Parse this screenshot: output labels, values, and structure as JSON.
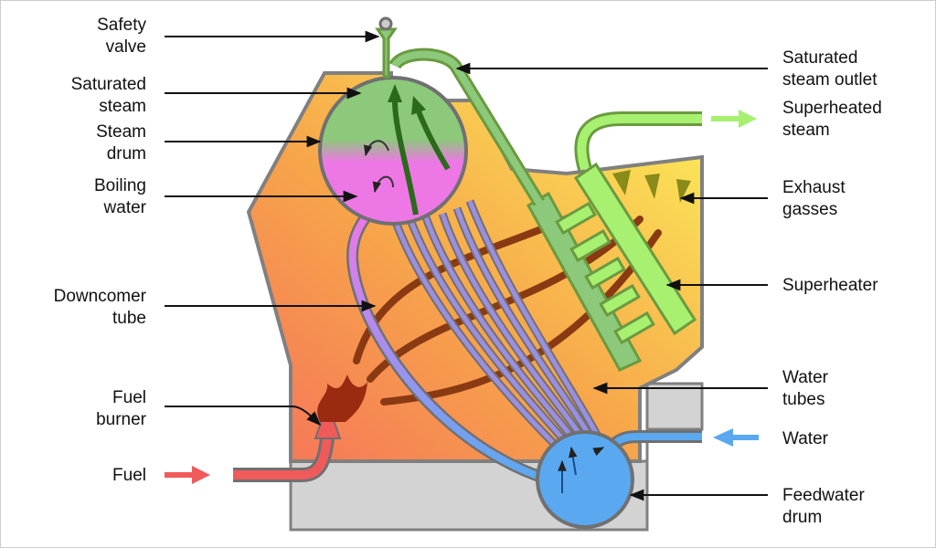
{
  "labels": {
    "safety_valve": [
      "Safety",
      "valve"
    ],
    "saturated_steam": [
      "Saturated",
      "steam"
    ],
    "steam_drum": [
      "Steam",
      "drum"
    ],
    "boiling_water": [
      "Boiling",
      "water"
    ],
    "downcomer_tube": [
      "Downcomer",
      "tube"
    ],
    "fuel_burner": [
      "Fuel",
      "burner"
    ],
    "fuel": [
      "Fuel"
    ],
    "saturated_steam_outlet": [
      "Saturated",
      "steam outlet"
    ],
    "superheated_steam": [
      "Superheated",
      "steam"
    ],
    "exhaust_gasses": [
      "Exhaust",
      "gasses"
    ],
    "superheater": [
      "Superheater"
    ],
    "water_tubes": [
      "Water",
      "tubes"
    ],
    "water": [
      "Water"
    ],
    "feedwater_drum": [
      "Feedwater",
      "drum"
    ]
  },
  "colors": {
    "steam_green": "#8cc97a",
    "boiling_pink": "#ee77e6",
    "water_blue": "#5aa9f0",
    "fuel_red": "#f05a5a",
    "superheat_green": "#a8f070",
    "tube_purple": "#9b8fe0",
    "base_grey": "#d3d3d3"
  }
}
